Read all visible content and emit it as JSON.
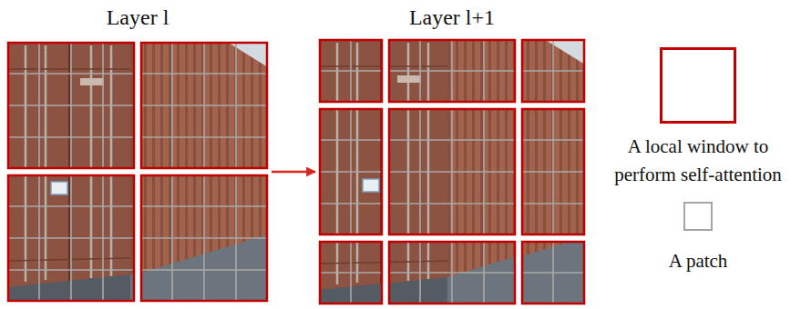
{
  "diagram": {
    "nodes": [
      {
        "text": [
          "Layer l"
        ]
      },
      {
        "text": [
          "Layer l+1"
        ]
      }
    ],
    "edges": [
      {
        "from": 0,
        "to": 1,
        "arrow": "to"
      }
    ],
    "legend": [
      {
        "text": "A local window to perform self-attention"
      },
      {
        "text": "A patch"
      }
    ]
  }
}
